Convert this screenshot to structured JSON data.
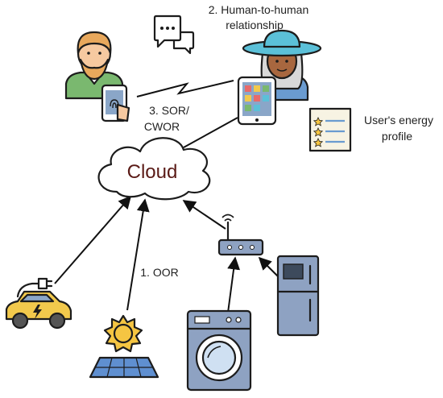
{
  "labels": {
    "h2h_line1": "2. Human-to-human",
    "h2h_line2": "relationship",
    "sor_line1": "3. SOR/",
    "sor_line2": "CWOR",
    "profile_line1": "User's energy",
    "profile_line2": "profile",
    "cloud": "Cloud",
    "oor": "1. OOR"
  },
  "icons": {
    "man": "man-with-beard-icon",
    "woman": "woman-with-hat-icon",
    "phone": "smartphone-fingerprint-icon",
    "tablet": "tablet-icon",
    "chat": "chat-bubbles-icon",
    "profile": "energy-profile-document-icon",
    "car": "electric-car-icon",
    "solar": "solar-panel-icon",
    "washer": "washing-machine-icon",
    "fridge": "refrigerator-icon",
    "router": "wifi-router-icon"
  },
  "colors": {
    "outline": "#1c1c1c",
    "cloud_text": "#5a1a16",
    "skin_man": "#f6c9a0",
    "hair_man": "#e8a85c",
    "shirt_man": "#7ab86f",
    "hat_woman": "#5bc0d8",
    "skin_woman": "#a8673f",
    "hair_woman": "#d8d8d8",
    "car_body": "#f2c94c",
    "sun": "#f5c542",
    "panel": "#5f8fd0",
    "appliance": "#8ea2c2",
    "device_screen": "#8aa6c8"
  }
}
